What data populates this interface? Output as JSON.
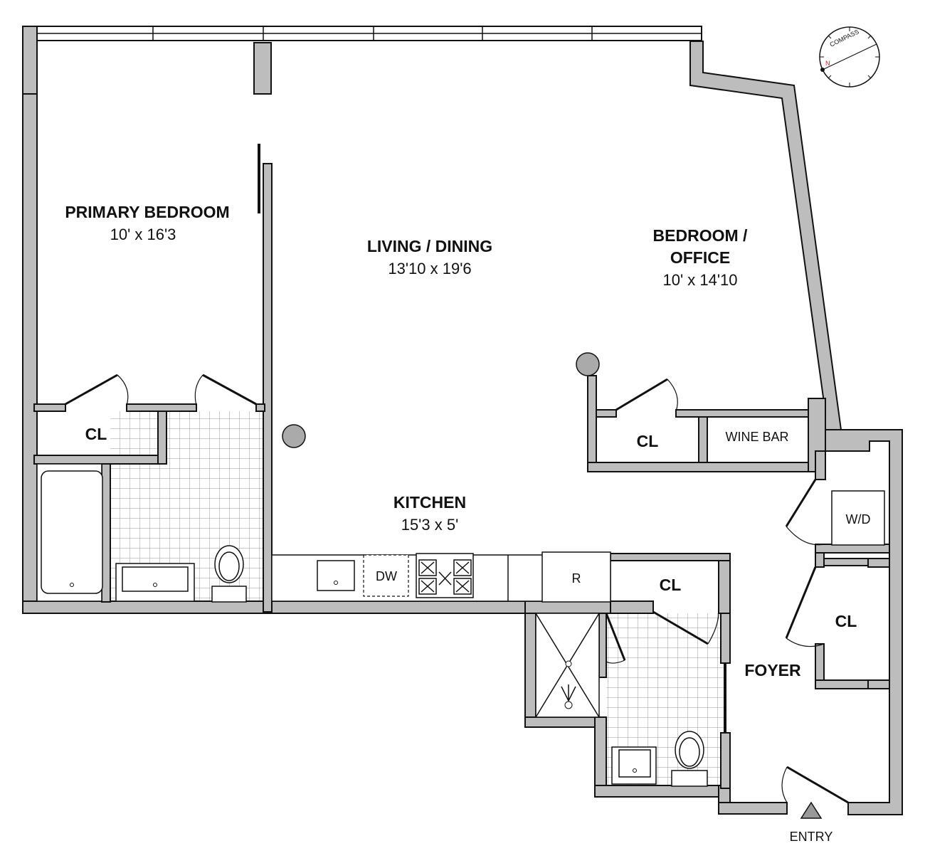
{
  "rooms": {
    "primary_bedroom": {
      "name": "PRIMARY BEDROOM",
      "dims": "10' x 16'3"
    },
    "living_dining": {
      "name": "LIVING / DINING",
      "dims": "13'10 x 19'6"
    },
    "bedroom_office": {
      "name_line1": "BEDROOM /",
      "name_line2": "OFFICE",
      "dims": "10' x 14'10"
    },
    "kitchen": {
      "name": "KITCHEN",
      "dims": "15'3 x 5'"
    },
    "foyer": {
      "name": "FOYER"
    }
  },
  "closets": {
    "primary_closet": "CL",
    "office_closet": "CL",
    "bath_closet": "CL",
    "foyer_closet": "CL"
  },
  "fixtures": {
    "wine_bar": "WINE BAR",
    "washer_dryer": "W/D",
    "dishwasher": "DW",
    "refrigerator": "R"
  },
  "entry": "ENTRY",
  "compass": {
    "label": "COMPASS",
    "north": "N"
  },
  "colors": {
    "wall_fill": "#bdbdbd",
    "line": "#111111",
    "compass_north": "#cc2222"
  }
}
